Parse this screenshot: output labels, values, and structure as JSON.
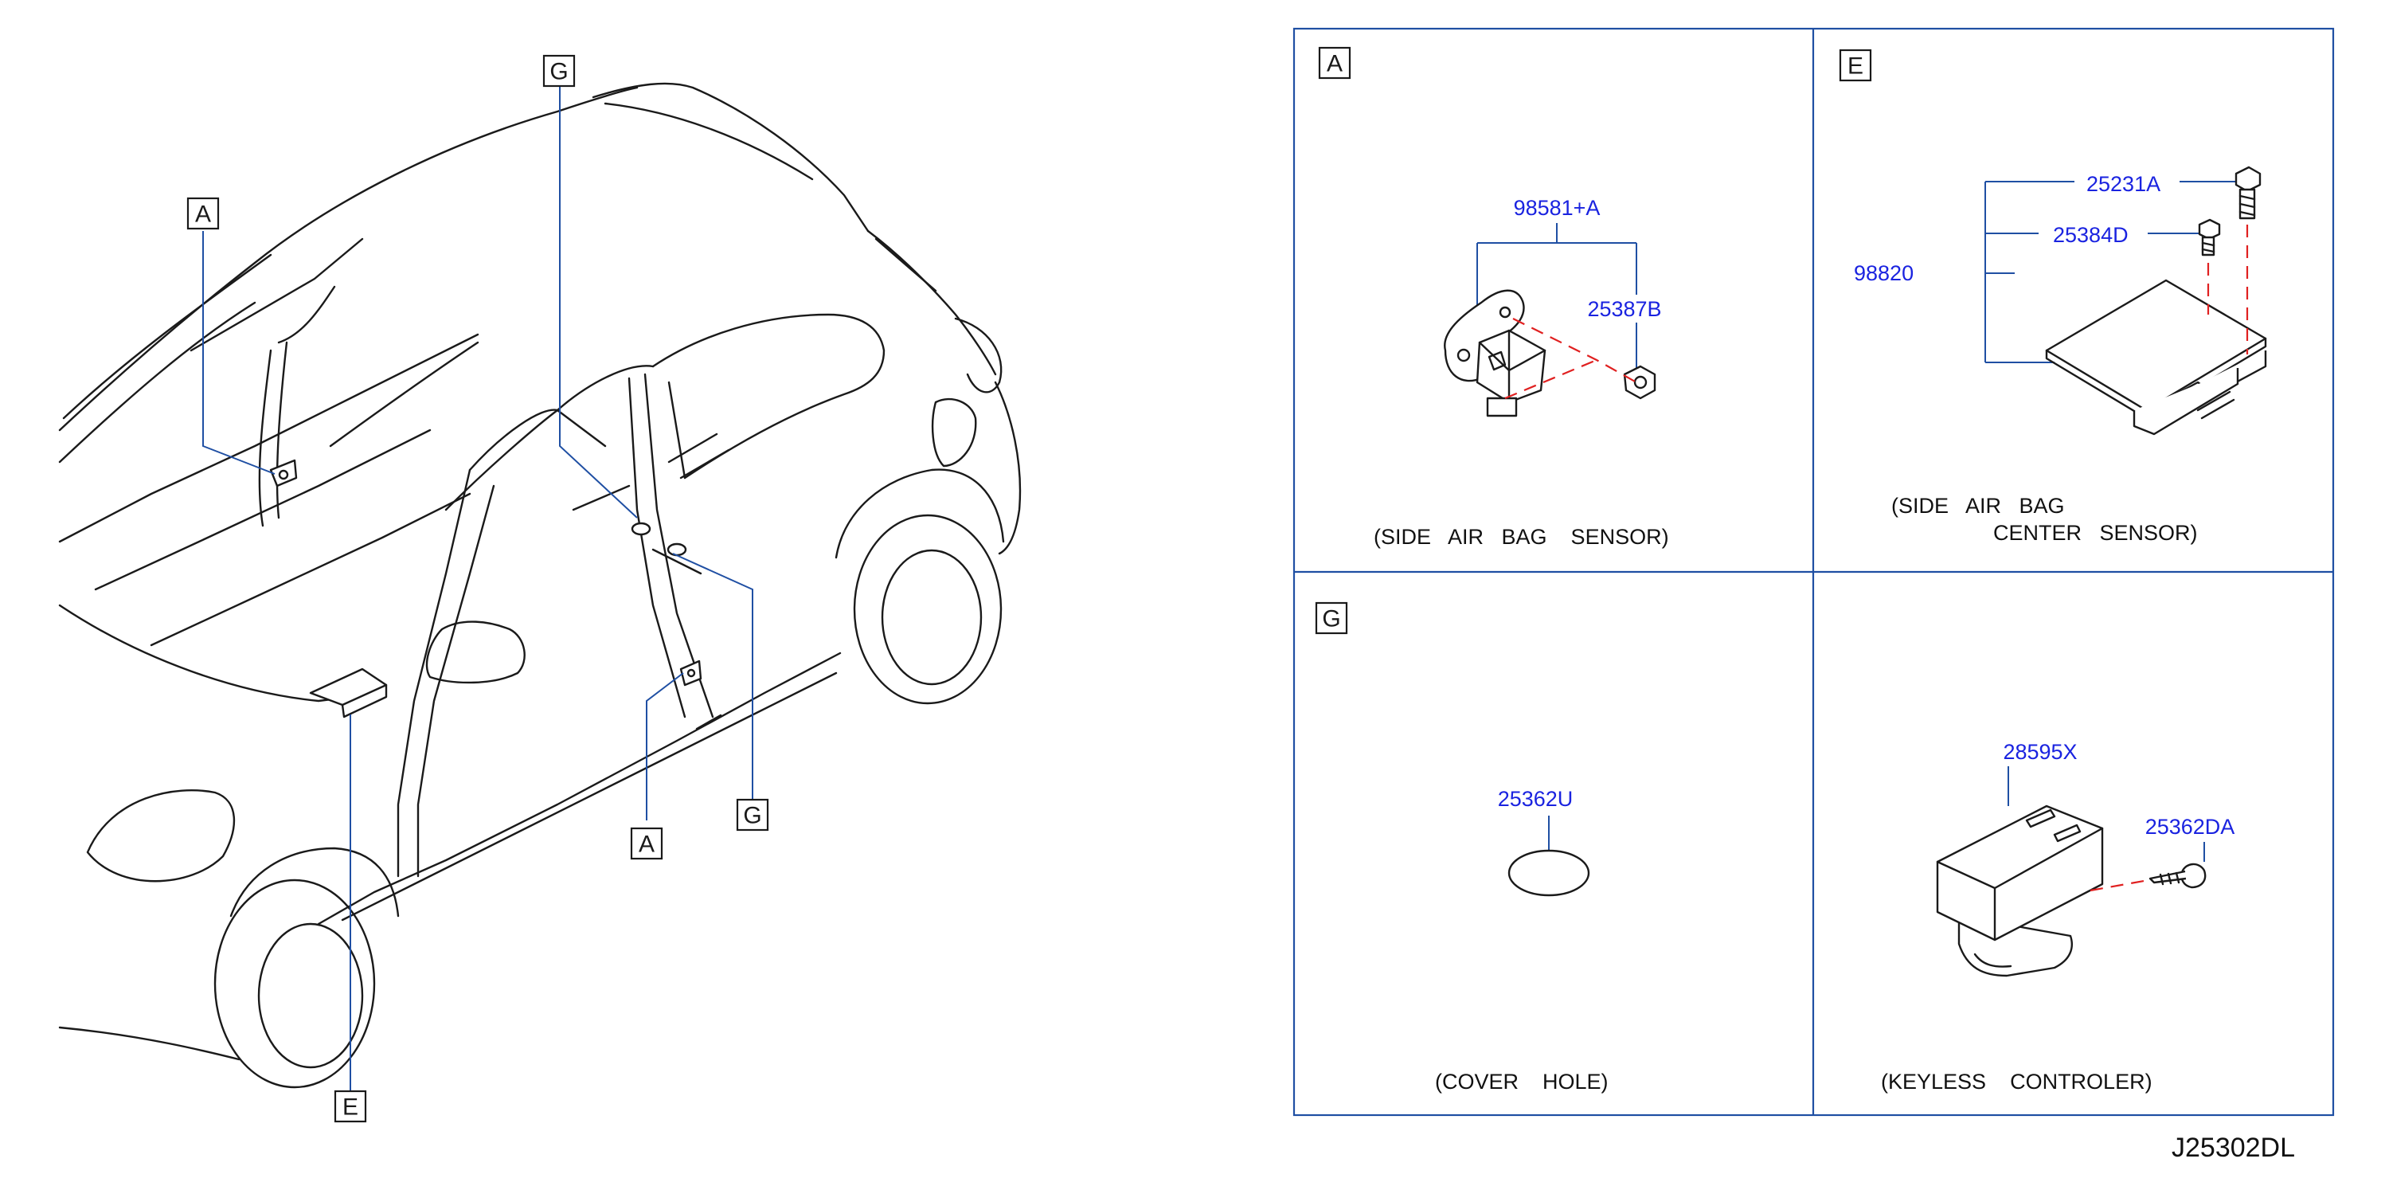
{
  "drawing_code": "J25302DL",
  "vehicle_callouts": {
    "G_upper": "G",
    "A_left": "A",
    "A_door": "A",
    "G_lower": "G",
    "E_bottom": "E"
  },
  "panels": {
    "A": {
      "tag": "A",
      "parts": [
        "98581+A",
        "25387B"
      ],
      "caption": "(SIDE   AIR   BAG    SENSOR)"
    },
    "E": {
      "tag": "E",
      "parts": [
        "25231A",
        "25384D",
        "98820"
      ],
      "caption_line1": "(SIDE   AIR   BAG",
      "caption_line2": "CENTER   SENSOR)"
    },
    "G": {
      "tag": "G",
      "parts": [
        "25362U"
      ],
      "caption": "(COVER    HOLE)"
    },
    "K": {
      "parts": [
        "28595X",
        "25362DA"
      ],
      "caption": "(KEYLESS    CONTROLER)"
    }
  },
  "colors": {
    "leader": "#1f4fa3",
    "part_number": "#1a23e0",
    "dashed_link": "#e02020",
    "outline": "#1a1a1a"
  }
}
